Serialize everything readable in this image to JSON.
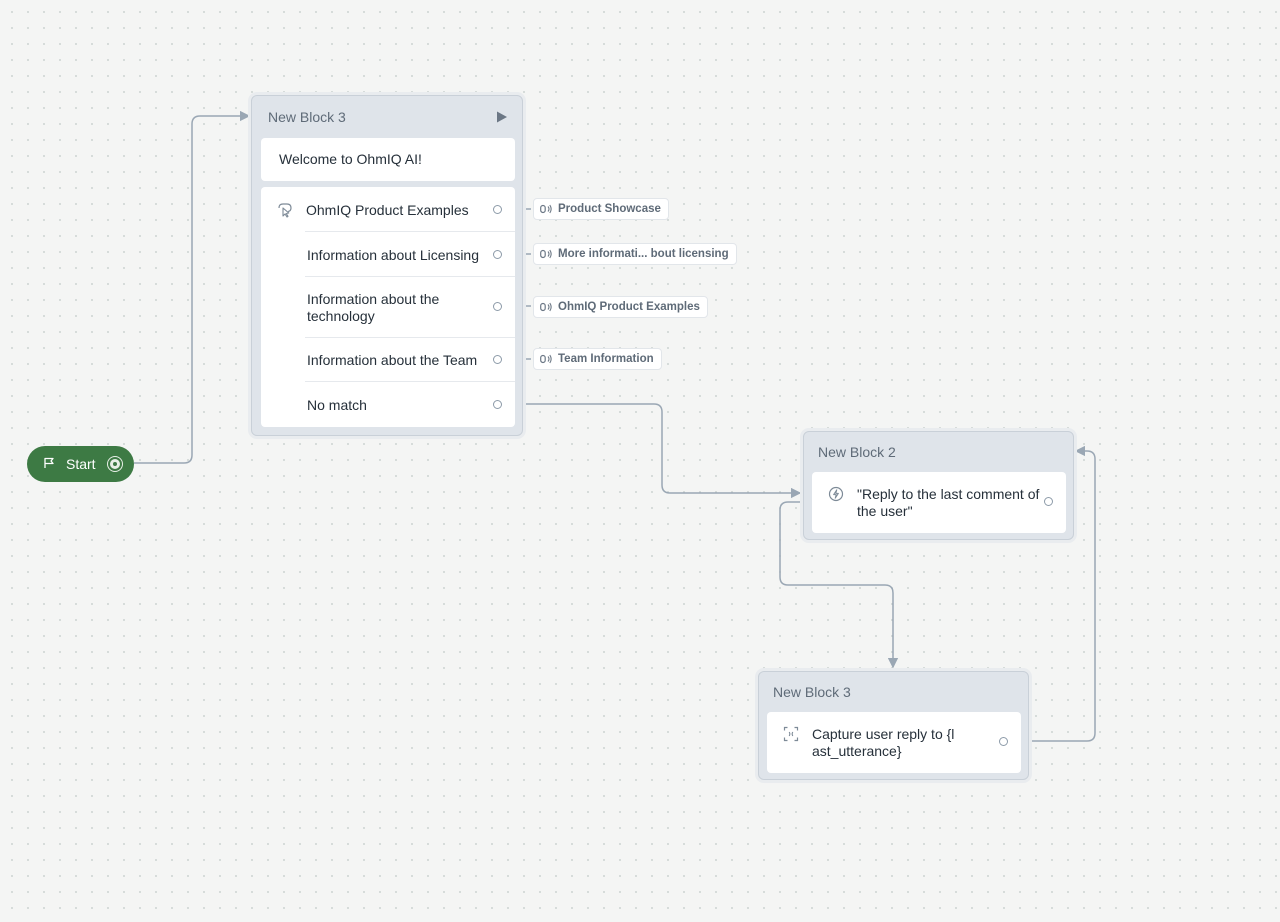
{
  "start": {
    "label": "Start"
  },
  "block_main": {
    "title": "New Block 3",
    "message": "Welcome to OhmIQ AI!",
    "choices": [
      {
        "label": "OhmIQ Product Examples",
        "target": "Product Showcase"
      },
      {
        "label": "Information about Licensing",
        "target": "More informati... bout licensing"
      },
      {
        "label": "Information about the technology",
        "target": "OhmIQ Product Examples"
      },
      {
        "label": "Information about the Team",
        "target": "Team Information"
      },
      {
        "label": "No match"
      }
    ]
  },
  "block_2": {
    "title": "New Block 2",
    "step": "\"Reply to the last comment of the user\""
  },
  "block_3b": {
    "title": "New Block 3",
    "step": "Capture user reply to {last_utterance}"
  },
  "colors": {
    "start_green": "#3d7a44",
    "connector": "#9aa7b4",
    "block_bg": "#dfe4ea"
  },
  "icons": {
    "start": "flag-icon",
    "choice": "choice-icon",
    "goto": "goto-intent-icon",
    "ai_reply": "ai-response-icon",
    "capture": "capture-icon",
    "play": "play-icon"
  }
}
